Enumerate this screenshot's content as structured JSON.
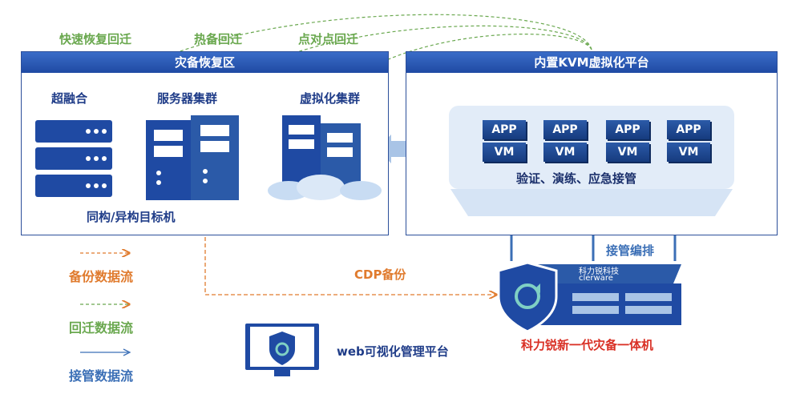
{
  "dr_zone": {
    "title": "灾备恢复区",
    "hyperconverged_label": "超融合",
    "server_cluster_label": "服务器集群",
    "virtual_cluster_label": "虚拟化集群",
    "target_label": "同构/异构目标机"
  },
  "kvm_platform": {
    "title": "内置KVM虚拟化平台",
    "vms": [
      {
        "app": "APP",
        "vm": "VM"
      },
      {
        "app": "APP",
        "vm": "VM"
      },
      {
        "app": "APP",
        "vm": "VM"
      },
      {
        "app": "APP",
        "vm": "VM"
      }
    ],
    "caption": "验证、演练、应急接管"
  },
  "migration_labels": {
    "fast": "快速恢复回迁",
    "hot": "热备回迁",
    "p2p": "点对点回迁"
  },
  "takeover_label": "接管编排",
  "cdp_label": "CDP备份",
  "appliance": {
    "brand_cn": "科力锐科技",
    "brand_en": "clerware",
    "name": "科力锐新一代灾备一体机"
  },
  "web_platform_label": "web可视化管理平台",
  "legend": [
    {
      "label": "备份数据流",
      "color": "#e07b2e"
    },
    {
      "label": "回迁数据流",
      "color": "#6aa84f"
    },
    {
      "label": "接管数据流",
      "color": "#3b6fb6"
    }
  ]
}
